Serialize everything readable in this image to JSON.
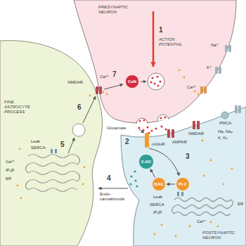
{
  "diagram": {
    "nodes": [
      {
        "text": [
          "PRESYNAPTIC NEURON"
        ]
      },
      {
        "text": [
          "CaN"
        ],
        "in": 0
      },
      {
        "text": [
          "FINE ASTROCYTE PROCESS"
        ]
      },
      {
        "text": [
          "POSTSYNAPTIC NEURON"
        ]
      },
      {
        "text": [
          "2-AG"
        ],
        "in": 3
      },
      {
        "text": [
          "DAG"
        ],
        "in": 3
      },
      {
        "text": [
          "PLC"
        ],
        "in": 3
      }
    ],
    "edges": [
      {
        "from": 6,
        "to": 5,
        "arrow": "to"
      },
      {
        "from": 5,
        "to": 4,
        "arrow": "to"
      }
    ],
    "labels": [
      "1",
      "ACTION POTENTIAL",
      "7",
      "Ca²⁺",
      "NMDAR",
      "6",
      "Na⁺",
      "K⁺",
      "Ca²⁺",
      "Glutamate",
      "2",
      "mGluR",
      "AMPAR",
      "NMDAR",
      "PMCA",
      "Na, Naₚ",
      "K, Kₐ",
      "3",
      "4",
      "Endo-cannabinoids",
      "Leak",
      "SERCA",
      "IP₃R",
      "ER",
      "Ca²⁺",
      "5",
      "Leak",
      "SERCA",
      "Ca²⁺",
      "IP₃R",
      "ER"
    ]
  }
}
